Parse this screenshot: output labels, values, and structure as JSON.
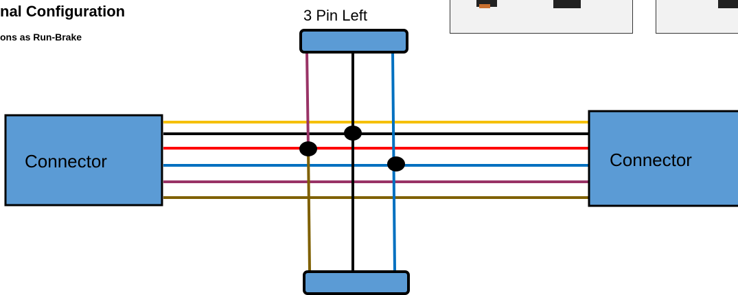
{
  "header": {
    "title": "nal Configuration",
    "subtitle": "ons as Run-Brake"
  },
  "top_pin_box": {
    "label": "3 Pin Left"
  },
  "bottom_pin_box": {
    "label": ""
  },
  "left_connector": {
    "label": "Connector"
  },
  "right_connector": {
    "label": "Connector"
  },
  "colors": {
    "box_fill": "#5b9bd5",
    "box_stroke": "#000000",
    "yellow": "#f5c000",
    "black": "#000000",
    "red": "#ff0000",
    "blue": "#0070c0",
    "purple": "#993366",
    "olive": "#7f6000"
  },
  "wires": [
    "yellow",
    "black",
    "red",
    "blue",
    "purple",
    "olive"
  ],
  "junctions": [
    {
      "wire": "red",
      "vertical": "purple-olive"
    },
    {
      "wire": "black",
      "vertical": "black"
    },
    {
      "wire": "blue",
      "vertical": "blue"
    }
  ]
}
